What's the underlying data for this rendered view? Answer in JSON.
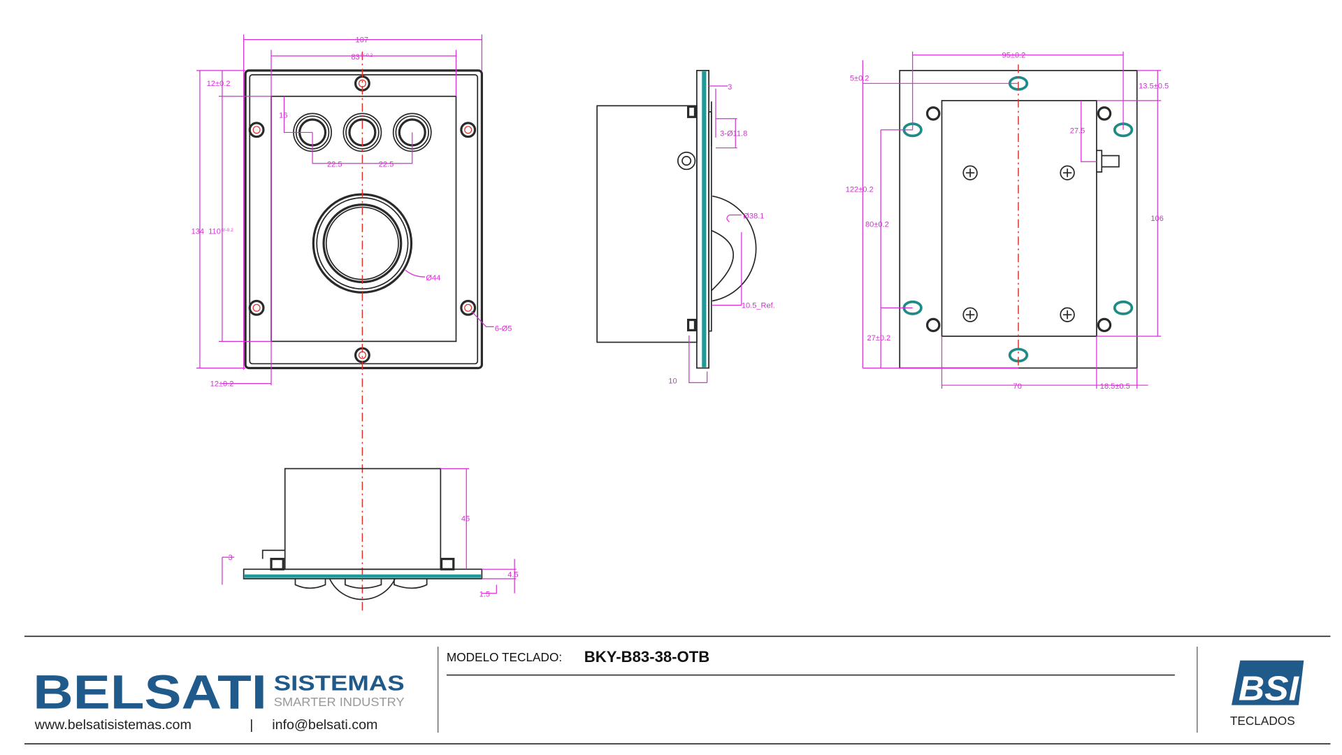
{
  "drawing": {
    "front_view": {
      "dims": {
        "overall_width": "107",
        "inner_width": "83",
        "inner_width_tol": "0/-0.2",
        "top_margin": "12±0.2",
        "bottom_margin": "12±0.2",
        "overall_height": "134",
        "inner_height": "110",
        "inner_height_tol": "0/-0.2",
        "button_offset": "16",
        "button_pitch_left": "22.5",
        "button_pitch_right": "22.5",
        "trackball_bezel": "Ø44",
        "mount_holes": "6-Ø5"
      }
    },
    "side_view": {
      "dims": {
        "plate_thickness": "3",
        "buttons": "3-Ø11.8",
        "ball": "Ø38.1",
        "ball_protrusion": "10.5_Ref.",
        "stud_offset": "10"
      }
    },
    "bottom_view": {
      "dims": {
        "body_depth": "45",
        "plate_offset": "3",
        "plate_thickness": "4.5",
        "lip": "1.5"
      }
    },
    "rear_view": {
      "dims": {
        "hole_pitch_x": "95±0.2",
        "top_hole": "5±0.2",
        "top_body": "13.5±0.5",
        "connector_offset": "27.5",
        "hole_pitch_y_outer": "122±0.2",
        "hole_pitch_y_inner": "80±0.2",
        "bottom_hole": "27±0.2",
        "body_height": "106",
        "body_width": "70",
        "side_offset": "18.5±0.5"
      }
    }
  },
  "footer": {
    "brand": "BELSATI",
    "brand_sub": "SISTEMAS",
    "tagline": "SMARTER INDUSTRY",
    "website": "www.belsatisistemas.com",
    "separator": "|",
    "email": "info@belsati.com",
    "model_label": "MODELO TECLADO:",
    "model_value": "BKY-B83-38-OTB",
    "logo_text": "BSI",
    "category": "TECLADOS",
    "brand_color": "#1f5a8a"
  }
}
